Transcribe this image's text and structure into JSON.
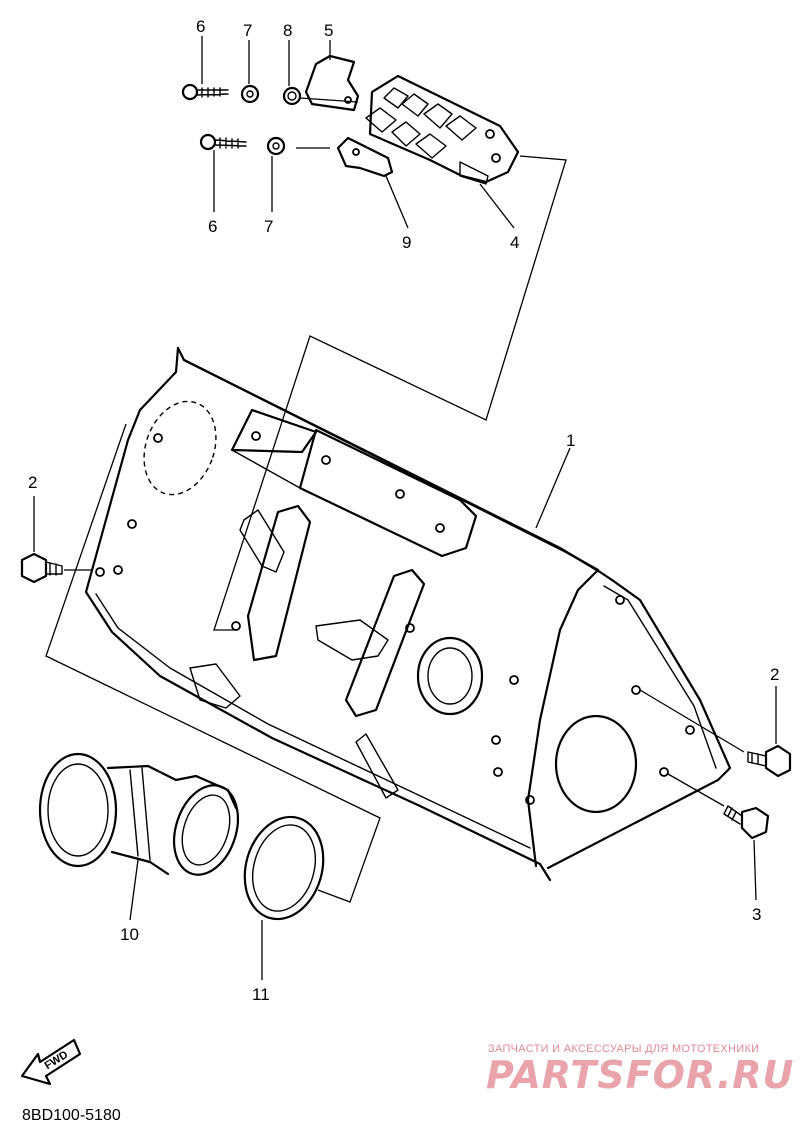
{
  "callouts": {
    "c1": "1",
    "c2_left": "2",
    "c2_right": "2",
    "c3": "3",
    "c4": "4",
    "c5": "5",
    "c6_top": "6",
    "c6_bottom": "6",
    "c7_top": "7",
    "c7_bottom": "7",
    "c8": "8",
    "c9": "9",
    "c10": "10",
    "c11": "11"
  },
  "direction_arrow": {
    "label": "FWD"
  },
  "diagram_code": "8BD100-5180",
  "watermark": {
    "tagline": "ЗАПЧАСТИ И АКСЕССУАРЫ ДЛЯ МОТОТЕХНИКИ",
    "brand": "PARTSFOR.RU"
  },
  "colors": {
    "line": "#000000",
    "watermark": "#e9a3ab",
    "background": "#ffffff"
  }
}
